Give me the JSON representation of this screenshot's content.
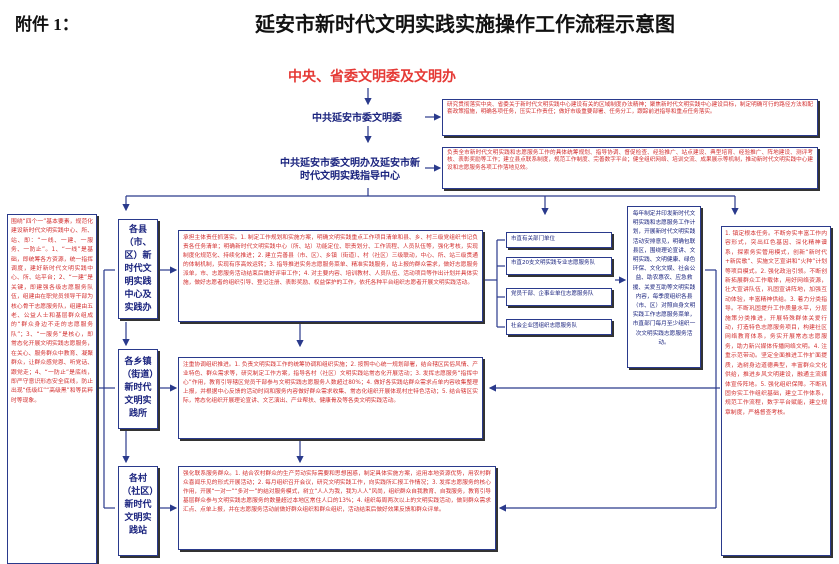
{
  "attachment_label": "附件 1：",
  "title": "延安市新时代文明实践实施操作工作流程示意图",
  "top_org": "中央、省委文明委及文明办",
  "committee": "中共延安市委文明委",
  "committee_desc": "研究贯彻落实中央、省委关于新时代文明实践中心建设有关的区域制度办法精神；聚焦新时代文明实践中心建设目标，制定明确可行的路径方法和配套政策措施，明确各项任务，压实工作责任；做好市级重要部署、任务分工，跟踪前进指导和重点任务落实。",
  "office": "中共延安市委文明办及延安市新时代文明实践指导中心",
  "office_desc": "负责全市新时代文明实践和志愿服务工作的具体统筹规划、指导协调、督促检查、经验推广、站点建设、典型培育、经验推广、阵地建设、测评考核、表彰奖励等工作；建立县点联系制度，规范工作制度、完善数字平台；健全组织网络、培训交流、成果展示等机制，推动新时代文明实践中心建设和志愿服务各项工作落地见效。",
  "left_sidebar": "围绕“四个一”基本要素，规范化建设新时代文明实践中心、所、站、即：“一线、一建、一服务、一防止”。1、“一线”是基础，即统筹各方资源，统一指挥调度，建好新时代文明实践中心、所、站平台；2、“一建”是关键，即建强各级志愿服务队伍，组建由在职党员领导干部为核心骨干志愿服务队，组建由五老、公益人士和基层群众组成的“群众身边不走的志愿服务队”；3、“一服务”是核心，即常态化开展文明实践志愿服务，在关心、服务群众中教育、凝聚群众，让群众感党恩、听党话、跟党走；4、“一防止”是底线，即严守意识形态安全底线，防止出现“低级红”“高级黑”和等民粹时等现象。",
  "county_label": "各县（市、区）新时代文明实践中心及实践办",
  "county_desc": "承担主体责任抓落实。1. 制定工作规划和实施方案，明确文明实践重点工作项目清单和县、乡、村三级党组织书记负责各任务清单；明确新时代文明实践中心（所、站）功能定位、职责划分、工作流程、人员队伍等，强化考核，实现制度化规范化、持续化推进；2. 建立完善县（市、区）、乡镇（街道）、村（社区）三级联动，中心、所、站三级贯通的体制机制，实现有序高效运转；3. 指导推进实务志愿服务菜单、精准实践服务，站上报的群众需求，做好志愿服务派单，市、志愿服务活动结束后做好评审工作；4. 对主要内容、培训教材、人员队伍、活动项目等作出计划并具体实施，做好志愿者的组织引导、登记注册、表彰奖励、权益保护的工作，依托各种平台组织志愿者开展文明实践活动。",
  "depts": [
    "市直有关部门单位",
    "市直20支文明实践专业志愿服务队",
    "党员干部、企事业单位志愿服务队",
    "社会企业团组织志愿服务队"
  ],
  "annual_plan": "每年制定并印发新时代文明实践和志愿服务工作计划，开展新时代文明实践活动安排意见，明确包联县区，围绕理论宣讲、文明实践、文明健康、绿色环保、文化文娱、社会公益、助农惠农、应急救援、关爱互助等文明实践内容，每季度组织各县（市、区）对照自身文明实践工作志愿服务菜单，市直部门每月至少组织一次文明实践志愿服务活动。",
  "right_sidebar": "1. 镇定根本任务。不断夯实丰富工作内容形式，突出红色基因、深化精神谱系，探索务实管用模式，创新“新时代+新民歌”、实施文艺宣讲和“火种”计划等项目模式。2. 强化政治引领。不断创新拓展群众工作载体，用好网络资源，壮大宣讲队伍，巩固宣讲阵地，加强互动体验，丰富精神供给。3. 着力分类指导。不断巩固提升工作质量水平，分层施策分类推进，开展特殊群体关爱行动，打造特色志愿服务项目，构建社区网络教育体系，务实开展常态志愿服务，助力新兴媒体传播网络文明。4. 注重示范带动。坚定全面推进工作扩面提质，选树身边道德典型，丰富群众文化供给，推进乡风文明建设，融通主流媒体宣传阵地。5. 强化组织保障。不断巩固夯实工作组织基础，建立工作体系，规范工作流程，数字平台赋能，建立规章制度，严格督查考核。",
  "township_label": "各乡镇（街道）新时代文明实践所",
  "township_desc": "注重协调组织推进。1. 负责文明实践工作的统筹协调和组织实施；2. 按照中心统一规划部署，结合辖区民俗风情、产业特色、群众需求等，研究制定工作方案，指导各村（社区）文明实践站常态化开展活动；3. 发挥志愿服务“指挥中心”作用，教育引导辖区党员干部参与文明实践志愿服务人数超过80%；4. 做好各实践站群众需求点单内容收集整理上报，并根据中心反馈的活动时间和服务内容做好群众需求收集、常态化组织开展体现村庄特色活动；5. 结合辖区实际，常态化组织开展理论宣讲、文艺演出、产业帮扶、健康骨及等各类文明实践活动。",
  "village_label": "各村（社区）新时代文明实践站",
  "village_desc": "强化联系服务群众。1. 结合农村群众的生产劳动实际需要和思想困惑，制定具体实施方案，运用本地资源优势，用农村群众喜闻乐见的形式开展活动；2. 每月组织召开会议，研究文明实践工作，向实践所汇报工作情况；3. 发挥志愿服务的核心作用，开展“一对一”“多对一”的结对服务模式，树立“人人为我，我为人人”风尚，组织群众自我教育、自我服务，教育引导基层群众参与文明实践志愿服务的数量超过本地区常住人口的13%；4. 组织每周两次以上的文明实践活动，做到群众需求汇点、点单上报，并在志愿服务活动前做好群众组织和群众组织，活动结束后做好效果反馈和群众评单。"
}
